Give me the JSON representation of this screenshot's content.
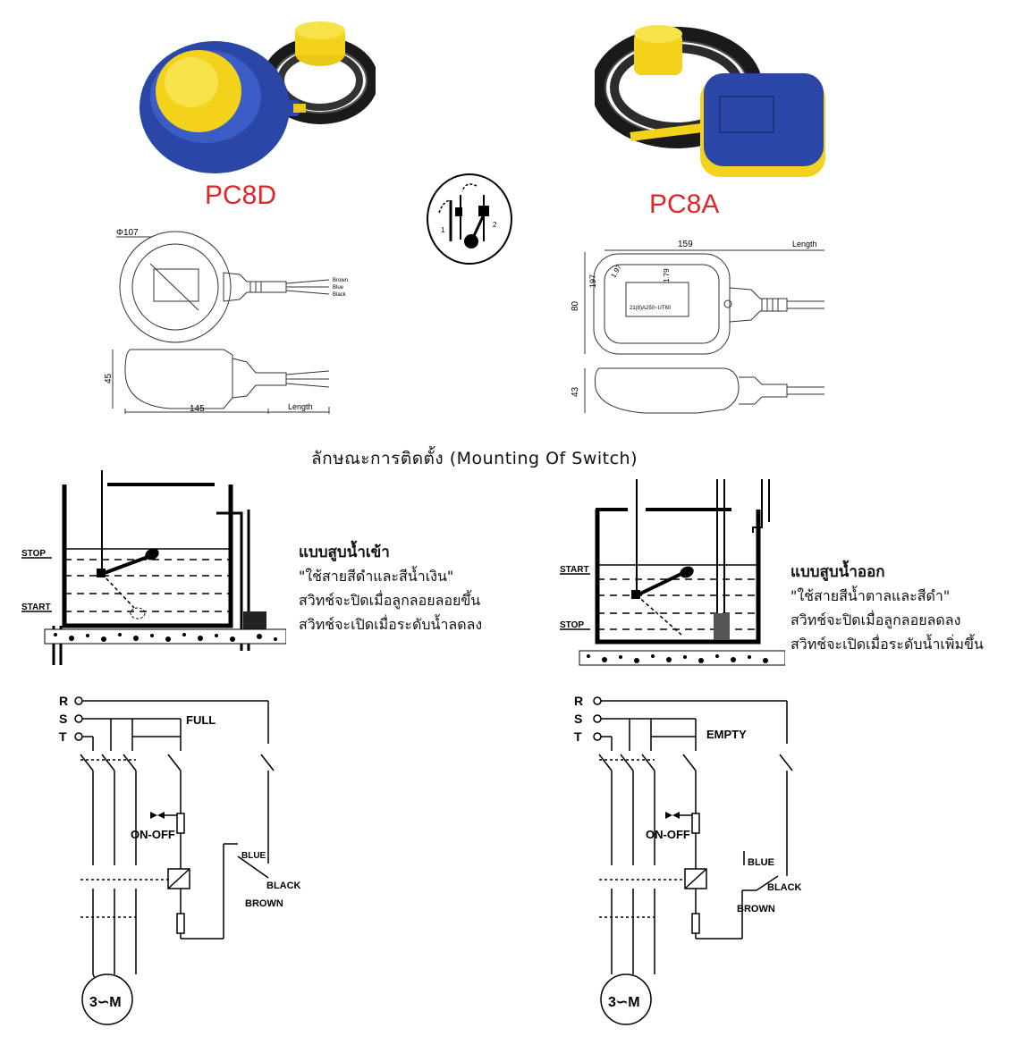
{
  "products": {
    "left": {
      "model": "PC8D",
      "drawing": {
        "diameter": "Φ107",
        "width": "145",
        "height": "45",
        "length": "Length",
        "wires": [
          "Brown",
          "Blue",
          "Black"
        ]
      }
    },
    "right": {
      "model": "PC8A",
      "drawing": {
        "width": "159",
        "length": "Length",
        "top_height": "197",
        "dim_a": "1.97",
        "dim_b": "1.79",
        "body_height": "80",
        "side_height": "43",
        "rating": "21(8)A250~UT60"
      }
    }
  },
  "symbol": {
    "pos1": "1",
    "pos2": "2"
  },
  "section_title": "ลักษณะการติดตั้ง (Mounting Of Switch)",
  "mounting": {
    "fill": {
      "heading": "แบบสูบน้ำเข้า",
      "wires": "\"ใช้สายสีดำและสีน้ำเงิน\"",
      "line1": "สวิทช์จะปิดเมื่อลูกลอยลอยขึ้น",
      "line2": "สวิทช์จะเปิดเมื่อระดับน้ำลดลง",
      "upper_level": "STOP",
      "lower_level": "START"
    },
    "empty": {
      "heading": "แบบสูบน้ำออก",
      "wires": "\"ใช้สายสีน้ำตาลและสีดำ\"",
      "line1": "สวิทช์จะปิดเมื่อลูกลอยลดลง",
      "line2": "สวิทช์จะเปิดเมื่อระดับน้ำเพิ่มขึ้น",
      "upper_level": "START",
      "lower_level": "STOP"
    }
  },
  "circuits": {
    "left": {
      "phases": [
        "R",
        "S",
        "T"
      ],
      "mode": "FULL",
      "control": "ON-OFF",
      "wire_blue": "BLUE",
      "wire_black": "BLACK",
      "wire_brown": "BROWN",
      "motor": "3∽M"
    },
    "right": {
      "phases": [
        "R",
        "S",
        "T"
      ],
      "mode": "EMPTY",
      "control": "ON-OFF",
      "wire_blue": "BLUE",
      "wire_black": "BLACK",
      "wire_brown": "BROWN",
      "motor": "3∽M"
    }
  },
  "colors": {
    "model_red": "#e0252b",
    "float_blue": "#2a47a8",
    "float_yellow": "#f2d21a"
  }
}
